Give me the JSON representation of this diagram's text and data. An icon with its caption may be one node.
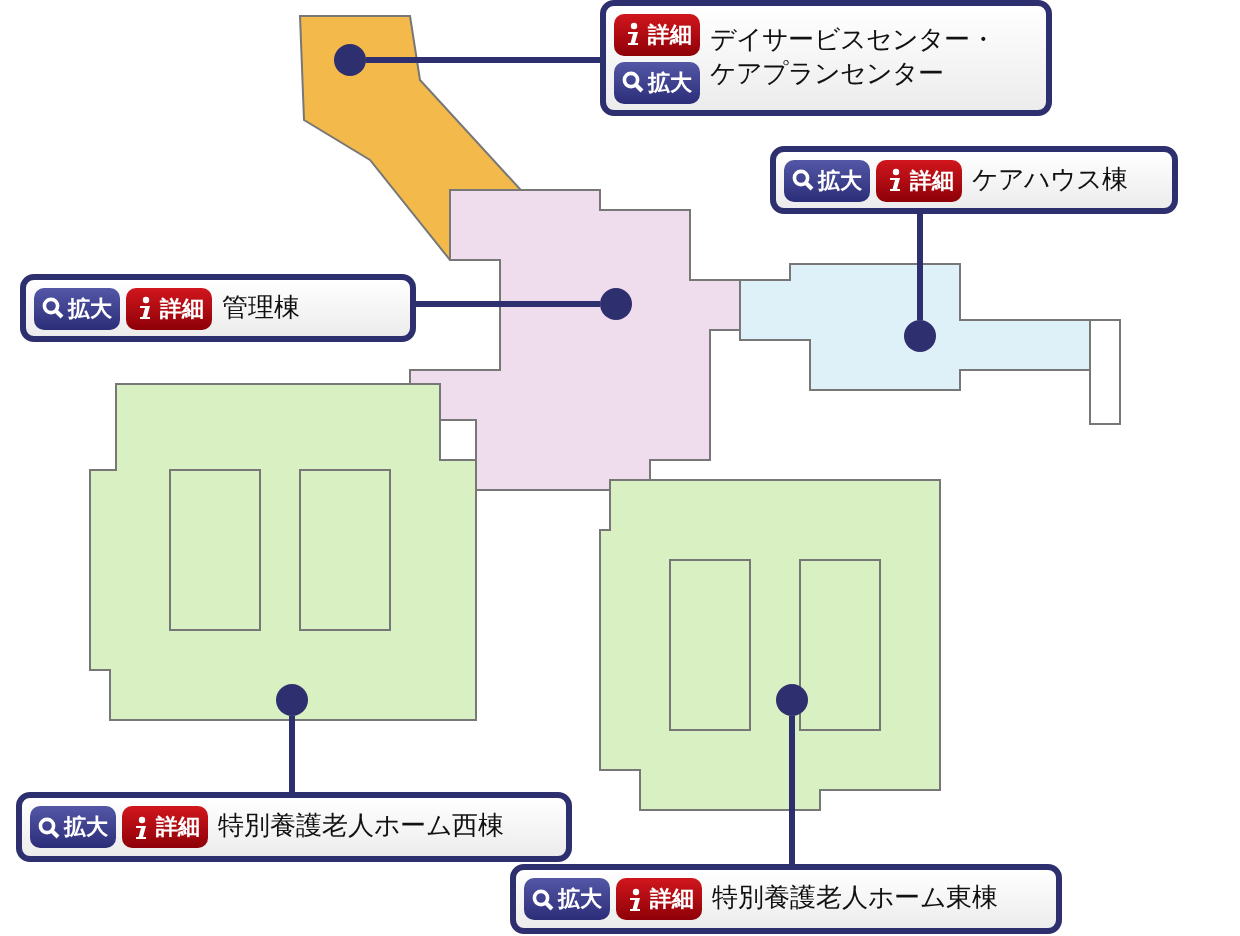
{
  "diagram": {
    "nodes": [
      {
        "text": [
          "詳細",
          "拡大",
          "デイサービスセンター・ケアプランセンター"
        ]
      },
      {
        "text": [
          "拡大",
          "詳細",
          "ケアハウス棟"
        ]
      },
      {
        "text": [
          "拡大",
          "詳細",
          "管理棟"
        ]
      },
      {
        "text": [
          "拡大",
          "詳細",
          "特別養護老人ホーム西棟"
        ]
      },
      {
        "text": [
          "拡大",
          "詳細",
          "特別養護老人ホーム東棟"
        ]
      },
      {
        "text": [],
        "shape": "circle"
      },
      {
        "text": [],
        "shape": "circle"
      },
      {
        "text": [],
        "shape": "circle"
      },
      {
        "text": [],
        "shape": "circle"
      },
      {
        "text": [],
        "shape": "circle"
      }
    ],
    "edges": [
      {
        "from": 0,
        "to": 5,
        "arrow": "none"
      },
      {
        "from": 1,
        "to": 6,
        "arrow": "none"
      },
      {
        "from": 2,
        "to": 7,
        "arrow": "none"
      },
      {
        "from": 3,
        "to": 8,
        "arrow": "none"
      },
      {
        "from": 4,
        "to": 9,
        "arrow": "none"
      }
    ]
  }
}
